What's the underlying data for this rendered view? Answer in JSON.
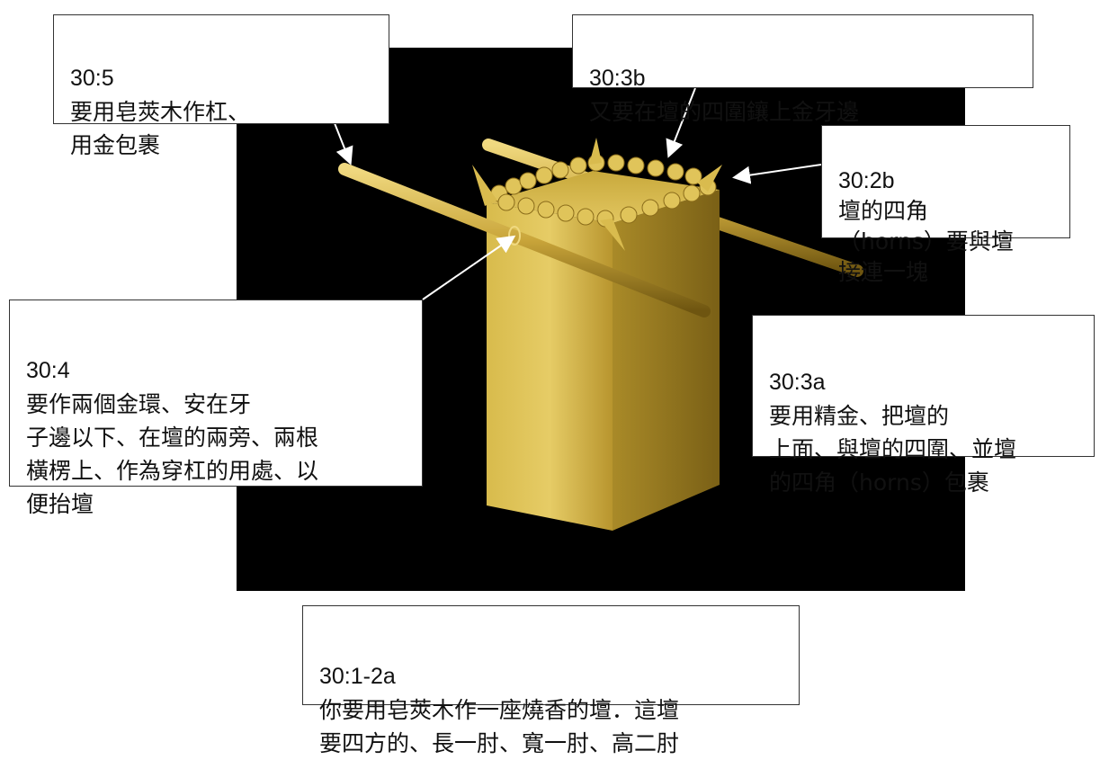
{
  "callouts": {
    "c305": {
      "ref": "30:5",
      "text": "要用皂莢木作杠、\n用金包裹"
    },
    "c303b": {
      "ref": "30:3b",
      "text": "又要在壇的四圍鑲上金牙邊"
    },
    "c302b": {
      "ref": "30:2b",
      "text": "壇的四角\n（horns）要與壇\n接連一塊"
    },
    "c304": {
      "ref": "30:4",
      "text": "要作兩個金環、安在牙\n子邊以下、在壇的兩旁、兩根\n橫楞上、作為穿杠的用處、以\n便抬壇"
    },
    "c303a": {
      "ref": "30:3a",
      "text": "要用精金、把壇的\n上面、與壇的四圍、並壇\n的四角（horns）包裹"
    },
    "c3012a": {
      "ref": "30:1-2a",
      "text": "你要用皂莢木作一座燒香的壇．這壇\n要四方的、長一肘、寬一肘、高二肘"
    }
  },
  "colors": {
    "gold_light": "#e8cf6a",
    "gold_mid": "#c9a53a",
    "gold_dark": "#6e5510",
    "background": "#000000"
  }
}
